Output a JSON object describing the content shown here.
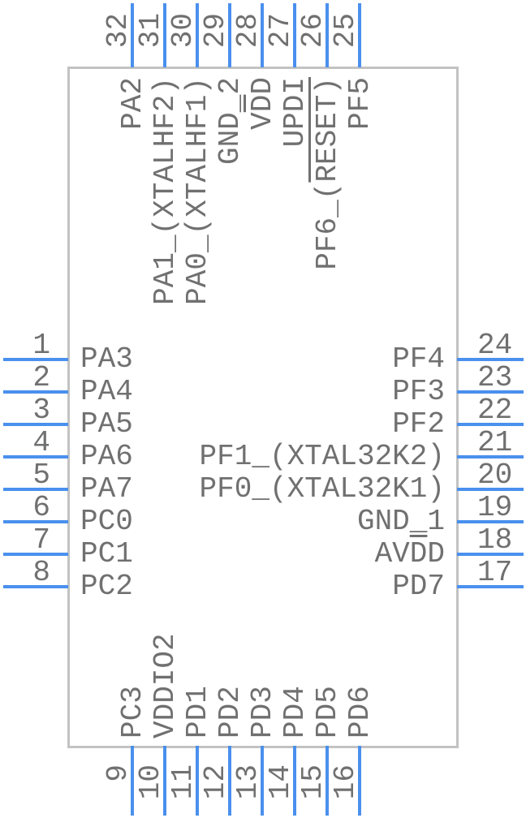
{
  "diagram": {
    "type": "ic-pinout-symbol",
    "package_pin_count": 32,
    "colors": {
      "pin_line": "#4a90ee",
      "text": "#707070",
      "body_border": "#c2c2c2",
      "body_fill": "#ffffff"
    },
    "pins": {
      "top": [
        {
          "num": "32",
          "label": [
            {
              "t": "PA2"
            }
          ]
        },
        {
          "num": "31",
          "label": [
            {
              "t": "PA1_(XTALHF2)"
            }
          ]
        },
        {
          "num": "30",
          "label": [
            {
              "t": "PA0_(XTALHF1)"
            }
          ]
        },
        {
          "num": "29",
          "label": [
            {
              "t": "GND_2"
            }
          ]
        },
        {
          "num": "28",
          "label": [
            {
              "t": "V"
            },
            {
              "t": "D",
              "ol": true
            },
            {
              "t": "D"
            }
          ]
        },
        {
          "num": "27",
          "label": [
            {
              "t": "UPDI"
            }
          ]
        },
        {
          "num": "26",
          "label": [
            {
              "t": "PF6_("
            },
            {
              "t": "RESET)",
              "ol": true
            }
          ]
        },
        {
          "num": "25",
          "label": [
            {
              "t": "PF5"
            }
          ]
        }
      ],
      "left": [
        {
          "num": "1",
          "label": [
            {
              "t": "PA3"
            }
          ]
        },
        {
          "num": "2",
          "label": [
            {
              "t": "PA4"
            }
          ]
        },
        {
          "num": "3",
          "label": [
            {
              "t": "PA5"
            }
          ]
        },
        {
          "num": "4",
          "label": [
            {
              "t": "PA6"
            }
          ]
        },
        {
          "num": "5",
          "label": [
            {
              "t": "PA7"
            }
          ]
        },
        {
          "num": "6",
          "label": [
            {
              "t": "PC0"
            }
          ]
        },
        {
          "num": "7",
          "label": [
            {
              "t": "PC1"
            }
          ]
        },
        {
          "num": "8",
          "label": [
            {
              "t": "PC2"
            }
          ]
        }
      ],
      "right": [
        {
          "num": "24",
          "label": [
            {
              "t": "PF4"
            }
          ]
        },
        {
          "num": "23",
          "label": [
            {
              "t": "PF3"
            }
          ]
        },
        {
          "num": "22",
          "label": [
            {
              "t": "PF2"
            }
          ]
        },
        {
          "num": "21",
          "label": [
            {
              "t": "PF1_(XTAL32K2)"
            }
          ]
        },
        {
          "num": "20",
          "label": [
            {
              "t": "PF0_(XTAL32K1)"
            }
          ]
        },
        {
          "num": "19",
          "label": [
            {
              "t": "GND_1"
            }
          ]
        },
        {
          "num": "18",
          "label": [
            {
              "t": "AV"
            },
            {
              "t": "D",
              "ol": true
            },
            {
              "t": "D"
            }
          ]
        },
        {
          "num": "17",
          "label": [
            {
              "t": "PD7"
            }
          ]
        }
      ],
      "bottom": [
        {
          "num": "9",
          "label": [
            {
              "t": "PC3"
            }
          ]
        },
        {
          "num": "10",
          "label": [
            {
              "t": "VDDIO2"
            }
          ]
        },
        {
          "num": "11",
          "label": [
            {
              "t": "PD1"
            }
          ]
        },
        {
          "num": "12",
          "label": [
            {
              "t": "PD2"
            }
          ]
        },
        {
          "num": "13",
          "label": [
            {
              "t": "PD3"
            }
          ]
        },
        {
          "num": "14",
          "label": [
            {
              "t": "PD4"
            }
          ]
        },
        {
          "num": "15",
          "label": [
            {
              "t": "PD5"
            }
          ]
        },
        {
          "num": "16",
          "label": [
            {
              "t": "PD6"
            }
          ]
        }
      ]
    }
  }
}
